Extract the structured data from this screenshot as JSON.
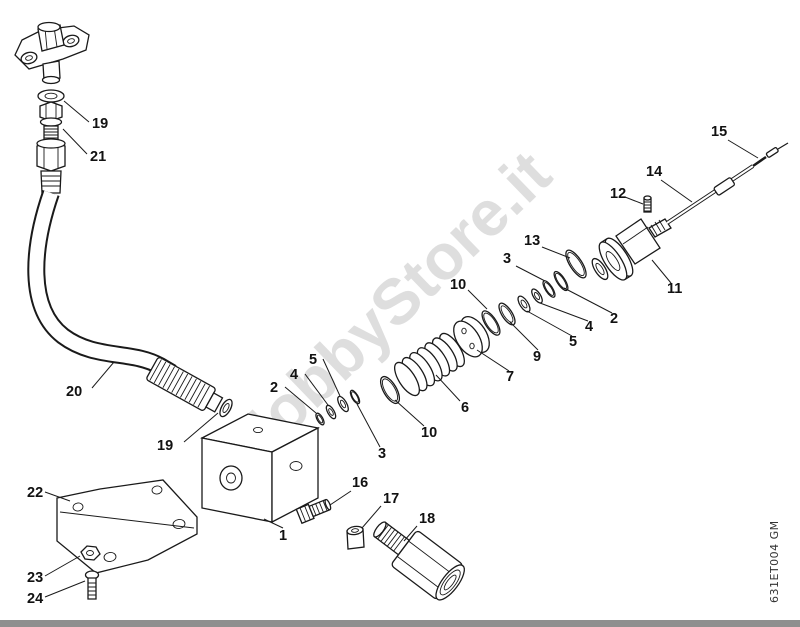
{
  "artwork": {
    "watermark": "HobbyStore.it",
    "drawing_code": "631ET004 GM"
  },
  "colors": {
    "line": "#1a1a1a",
    "watermark": "#c4c4c4",
    "footer_bar": "#8f8f8f",
    "background": "#ffffff"
  },
  "labels": {
    "n1": "1",
    "n2a": "2",
    "n2b": "2",
    "n3a": "3",
    "n3b": "3",
    "n4a": "4",
    "n4b": "4",
    "n5a": "5",
    "n5b": "5",
    "n6": "6",
    "n7": "7",
    "n9": "9",
    "n10a": "10",
    "n10b": "10",
    "n11": "11",
    "n12": "12",
    "n13": "13",
    "n14": "14",
    "n15": "15",
    "n16": "16",
    "n17": "17",
    "n18": "18",
    "n19a": "19",
    "n19b": "19",
    "n20": "20",
    "n21": "21",
    "n22": "22",
    "n23": "23",
    "n24": "24"
  }
}
